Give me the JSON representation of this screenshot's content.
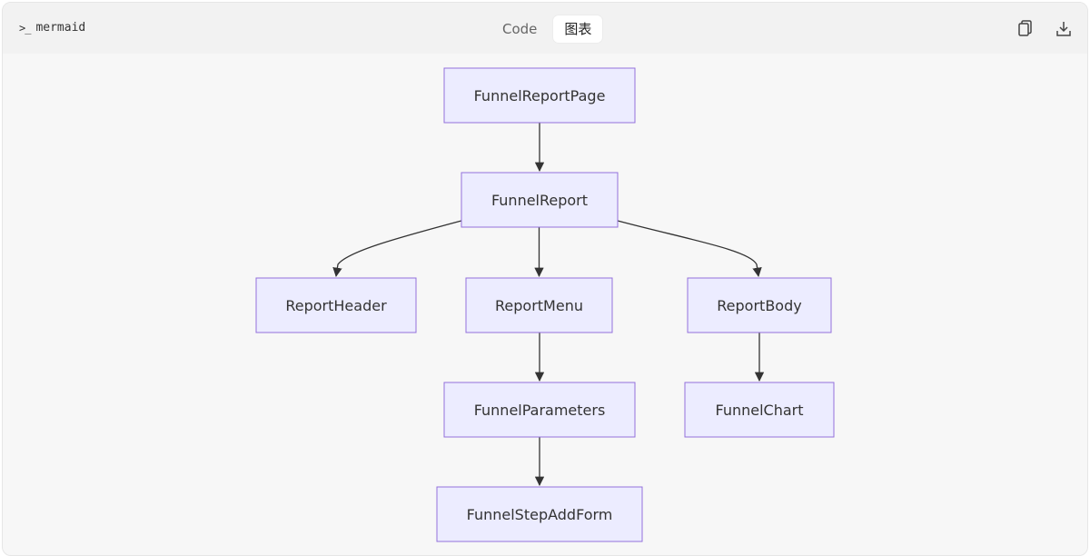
{
  "header": {
    "language": "mermaid",
    "tabs": [
      {
        "label": "Code",
        "active": false
      },
      {
        "label": "图表",
        "active": true
      }
    ],
    "actions": {
      "copy_icon": "copy-icon",
      "download_icon": "download-icon"
    }
  },
  "diagram": {
    "colors": {
      "node_fill": "#ececff",
      "node_stroke": "#9370db",
      "edge": "#333333"
    },
    "nodes": {
      "page": "FunnelReportPage",
      "report": "FunnelReport",
      "header": "ReportHeader",
      "menu": "ReportMenu",
      "body": "ReportBody",
      "parameters": "FunnelParameters",
      "chart": "FunnelChart",
      "stepform": "FunnelStepAddForm"
    },
    "edges": [
      [
        "page",
        "report"
      ],
      [
        "report",
        "header"
      ],
      [
        "report",
        "menu"
      ],
      [
        "report",
        "body"
      ],
      [
        "menu",
        "parameters"
      ],
      [
        "body",
        "chart"
      ],
      [
        "parameters",
        "stepform"
      ]
    ]
  }
}
